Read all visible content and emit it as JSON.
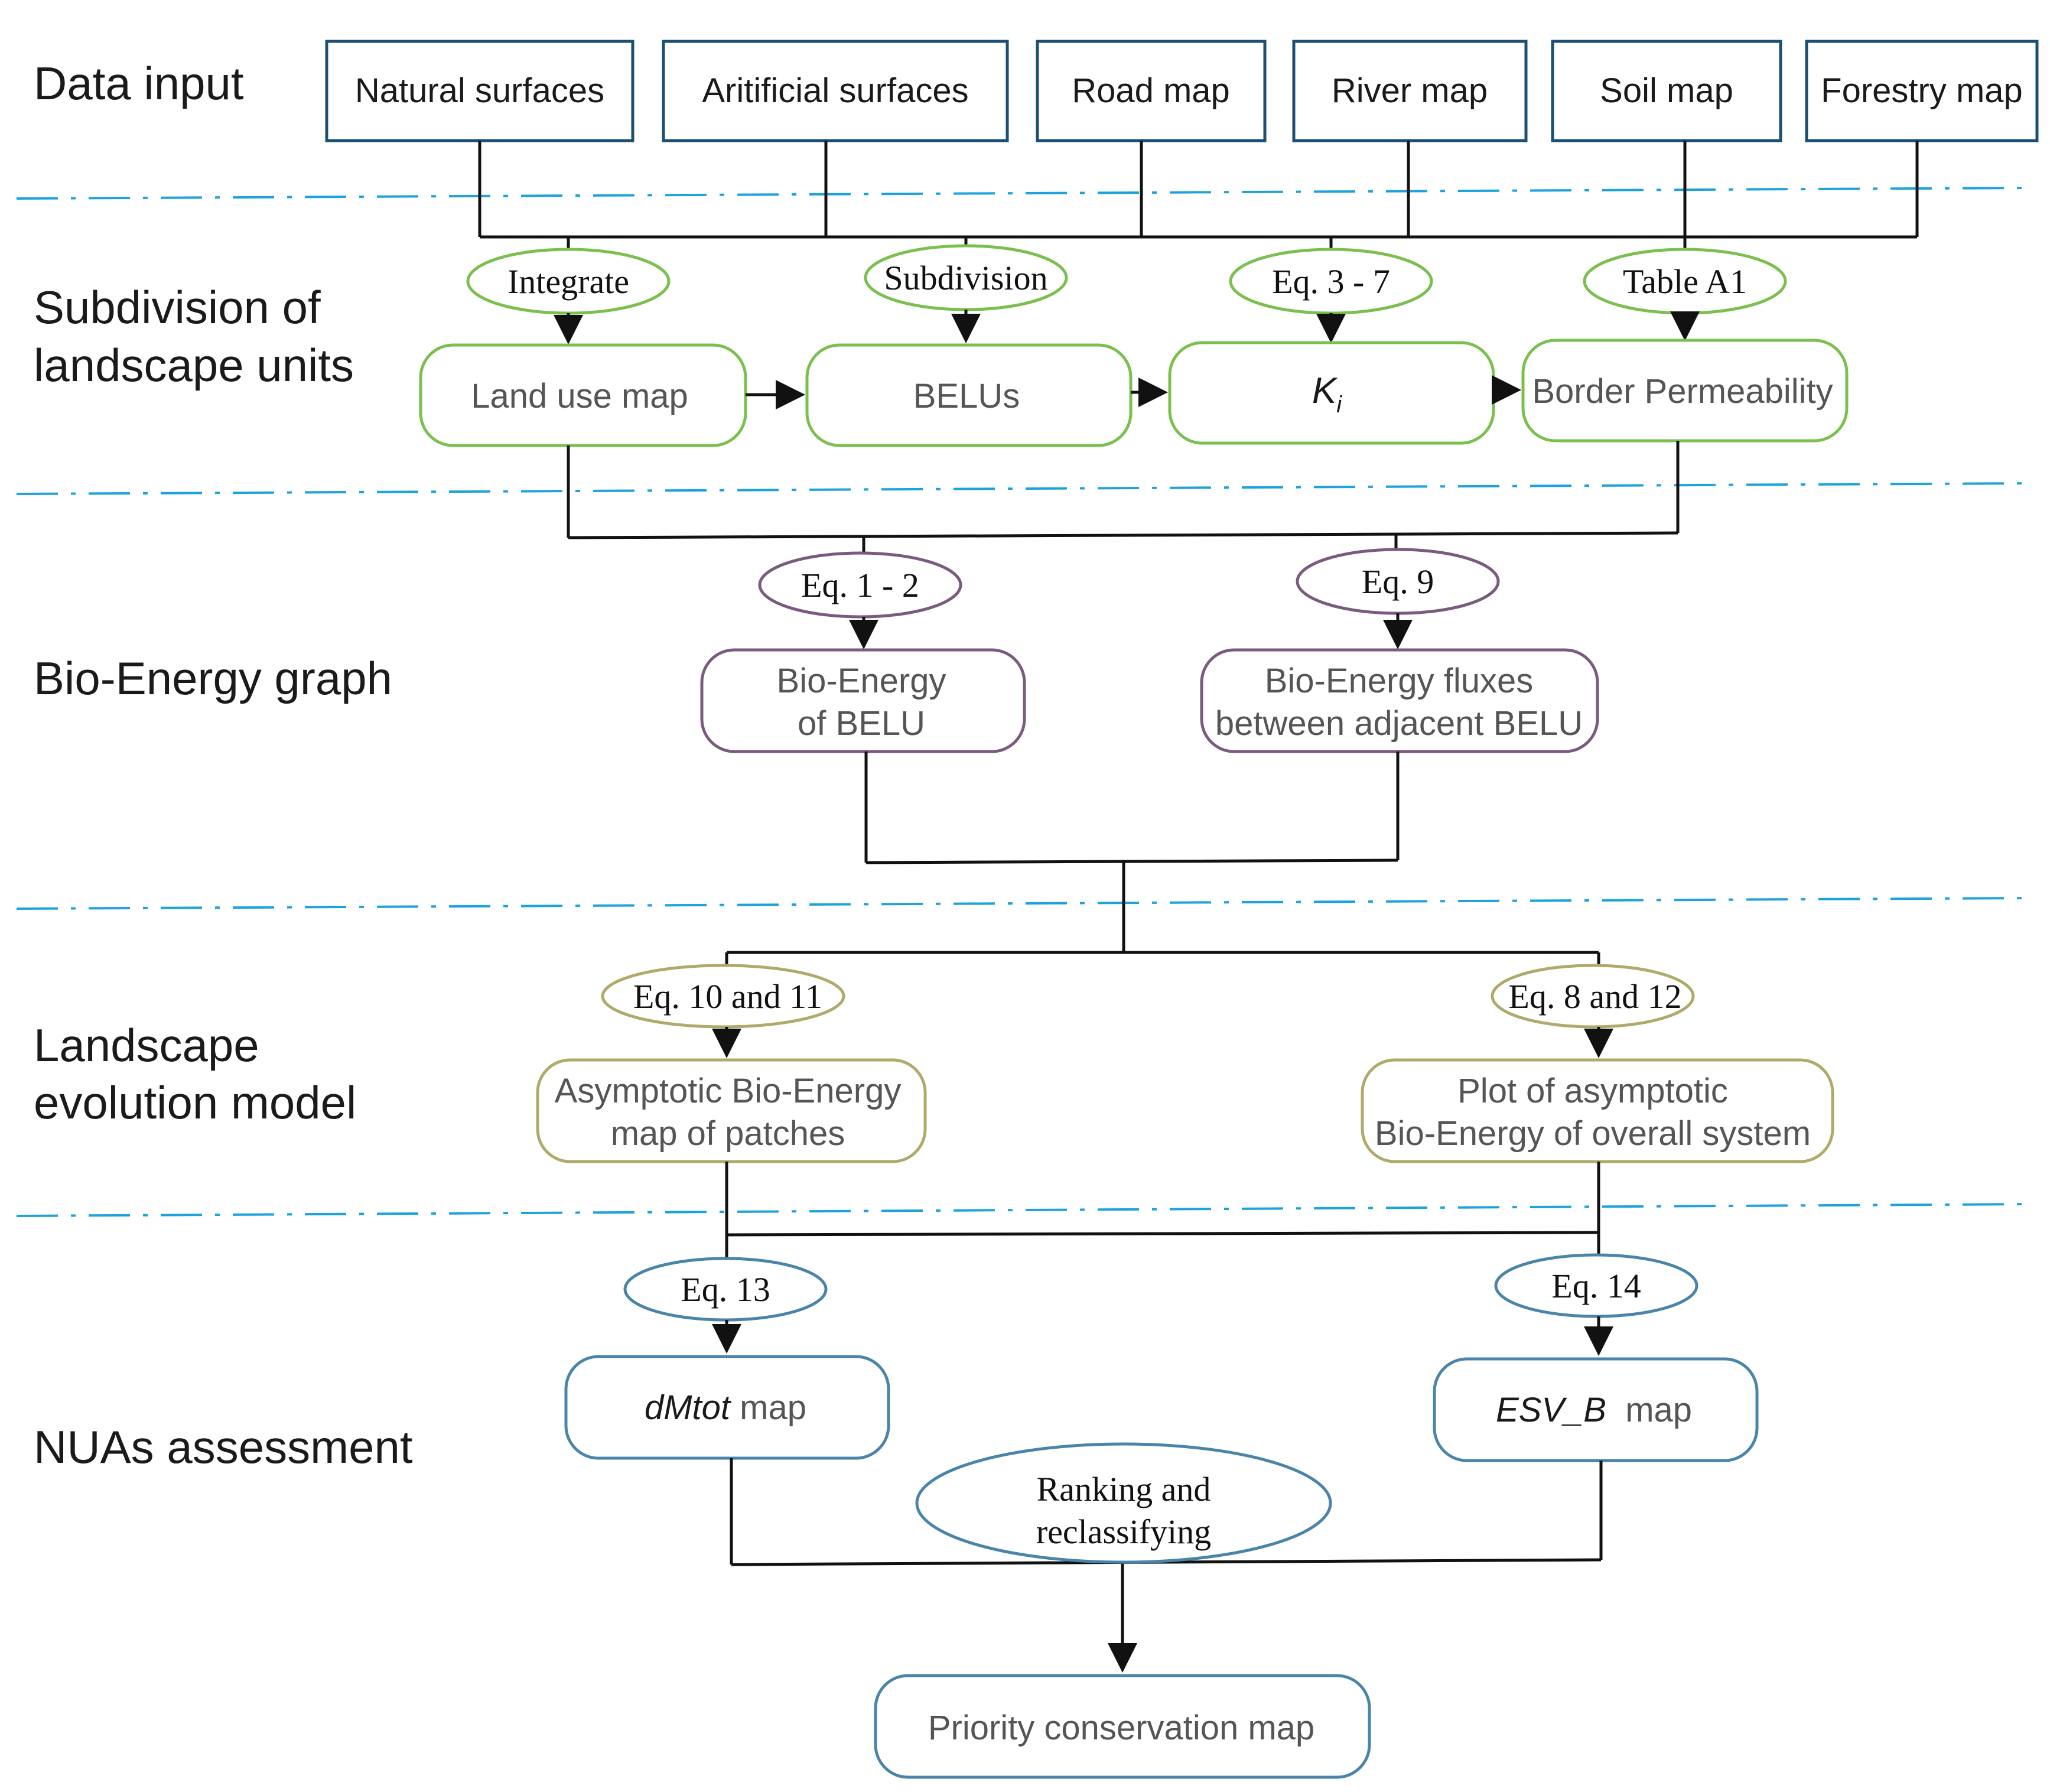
{
  "sections": {
    "data_input": "Data input",
    "subdivision": [
      "Subdivision of",
      "landscape units"
    ],
    "bio_energy_graph": "Bio-Energy graph",
    "landscape_evolution": [
      "Landscape",
      "evolution model"
    ],
    "nuas_assessment": "NUAs assessment"
  },
  "inputs": {
    "natural_surfaces": "Natural surfaces",
    "artificial_surfaces": "Aritificial surfaces",
    "road_map": "Road map",
    "river_map": "River map",
    "soil_map": "Soil map",
    "forestry_map": "Forestry map"
  },
  "operations": {
    "integrate": "Integrate",
    "subdivision": "Subdivision",
    "eq_3_7": "Eq. 3 - 7",
    "table_a1": "Table A1",
    "eq_1_2": "Eq. 1 - 2",
    "eq_9": "Eq. 9",
    "eq_10_11": "Eq. 10 and 11",
    "eq_8_12": "Eq. 8 and 12",
    "eq_13": "Eq. 13",
    "eq_14": "Eq. 14",
    "ranking": [
      "Ranking and",
      "reclassifying"
    ]
  },
  "outputs": {
    "land_use_map": "Land use map",
    "belus": "BELUs",
    "ki_main": "K",
    "ki_sub": "i",
    "border_permeability": "Border Permeability",
    "bio_energy_belu": [
      "Bio-Energy",
      "of BELU"
    ],
    "bio_energy_fluxes": [
      "Bio-Energy fluxes",
      "between adjacent BELU"
    ],
    "asymptotic_map": [
      "Asymptotic Bio-Energy",
      "map of patches"
    ],
    "plot_asymptotic": [
      "Plot of asymptotic",
      "Bio-Energy of overall system"
    ],
    "dmtot_italic": "dMtot",
    "dmtot_rest": " map",
    "esv_italic": "ESV_B",
    "esv_rest": "  map",
    "priority_map": "Priority conservation map"
  },
  "colors": {
    "divider": "#1ca3dc",
    "input_border": "#1c4f74",
    "green": "#7bbf4f",
    "purple": "#7a5a7e",
    "olive": "#b0aa6a",
    "blue": "#4a84a8"
  }
}
